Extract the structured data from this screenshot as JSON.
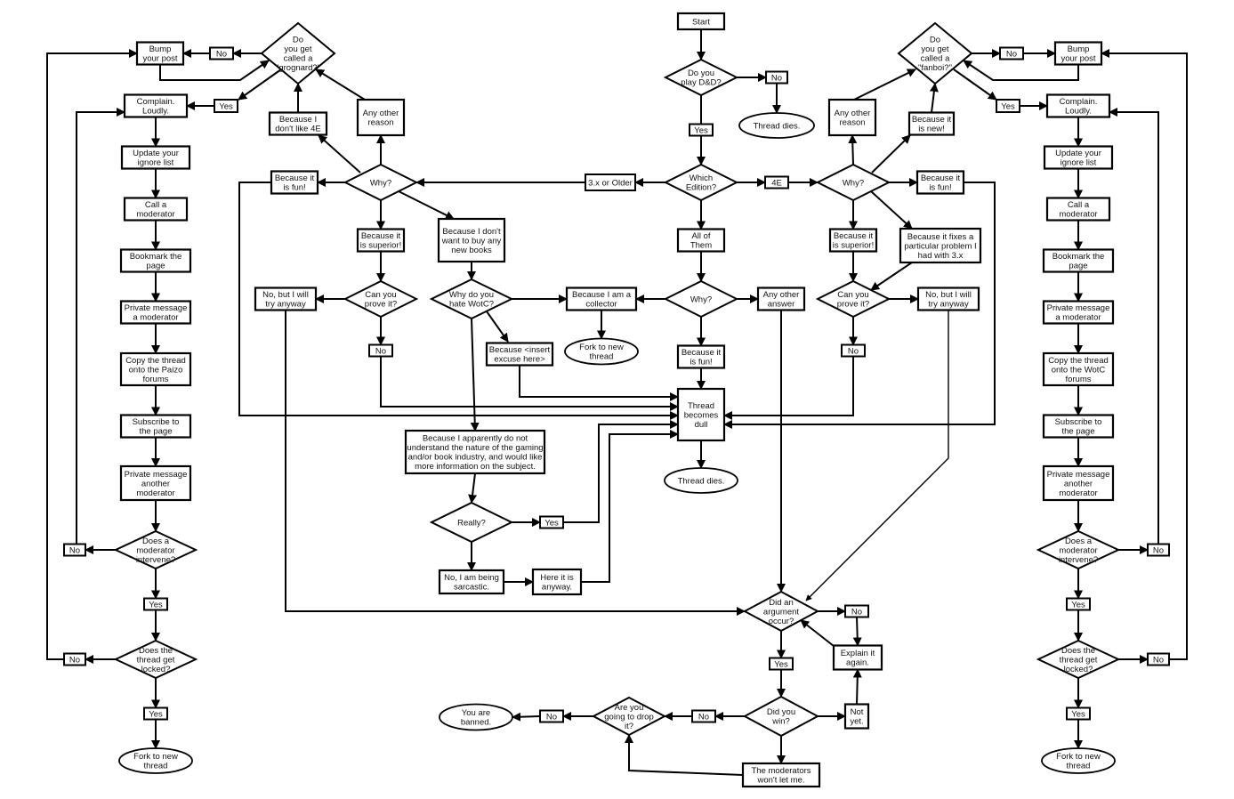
{
  "title": "D&D Edition War Flowchart",
  "nodes": {
    "start": "Start",
    "play_dnd": "Do you\nplay D&D?",
    "no_top": "No",
    "thread_dies_top": "Thread dies.",
    "yes_top": "Yes",
    "which_edition": "Which\nEdition?",
    "older": "3.x or Older",
    "fourE": "4E",
    "all_of_them": "All of\nThem",
    "why_center": "Why?",
    "collector": "Because I am a\ncollector",
    "fork_center": "Fork to new\nthread",
    "any_other_answer": "Any other\nanswer",
    "fun_center": "Because it\nis fun!",
    "thread_dull": "Thread\nbecomes\ndull",
    "thread_dies_mid": "Thread dies.",
    "why_left": "Why?",
    "fun_left": "Because it\nis fun!",
    "dont_like_4e": "Because I\ndon't like 4E",
    "other_reason_left": "Any other\nreason",
    "grognard": "Do\nyou get\ncalled a\n\"grognard?\"",
    "no_grog": "No",
    "bump_left": "Bump\nyour post",
    "yes_grog": "Yes",
    "superior_left": "Because it\nis superior!",
    "books": "Because I don't\nwant to buy any\nnew books",
    "prove_left": "Can you\nprove it?",
    "try_left": "No, but I will\ntry anyway",
    "no_prove_left": "No",
    "hate_wotc": "Why do you\nhate WotC?",
    "excuse": "Because <insert\nexcuse here>",
    "industry": "Because I apparently do not\nunderstand the nature of the gaming\nand/or book industry, and would like\nmore information on the subject.",
    "really": "Really?",
    "yes_really": "Yes",
    "sarcastic": "No, I am being\nsarcastic.",
    "here_it_is": "Here it is\nanyway.",
    "why_right": "Why?",
    "fun_right": "Because it\nis fun!",
    "new_right": "Because it\nis new!",
    "other_reason_right": "Any other\nreason",
    "fanboi": "Do\nyou get\ncalled a\n\"fanboi?\"",
    "no_fan": "No",
    "bump_right": "Bump\nyour post",
    "yes_fan": "Yes",
    "superior_right": "Because it\nis superior!",
    "fixes": "Because it fixes a\nparticular problem I\nhad with 3.x",
    "prove_right": "Can you\nprove it?",
    "try_right": "No, but I will\ntry anyway",
    "no_prove_right": "No",
    "argument": "Did an\nargument\noccur?",
    "no_arg": "No",
    "explain": "Explain it\nagain.",
    "yes_arg": "Yes",
    "win": "Did you\nwin?",
    "not_yet": "Not\nyet.",
    "no_win": "No",
    "drop": "Are you\ngoing to drop\nit?",
    "no_drop": "No",
    "banned": "You are\nbanned.",
    "mods_wont": "The moderators\nwon't let me."
  },
  "left_column": {
    "complain": "Complain.\nLoudly.",
    "ignore": "Update your\nignore list",
    "call_mod": "Call a\nmoderator",
    "bookmark": "Bookmark the\npage",
    "pm_mod": "Private message\na moderator",
    "copy": "Copy the thread\nonto the Paizo\nforums",
    "subscribe": "Subscribe to\nthe page",
    "pm_another": "Private message\nanother\nmoderator",
    "intervene": "Does a\nmoderator\nintervene?",
    "no_intervene": "No",
    "yes_intervene": "Yes",
    "locked": "Does the\nthread get\nlocked?",
    "no_locked": "No",
    "yes_locked": "Yes",
    "fork": "Fork to new\nthread"
  },
  "right_column": {
    "complain": "Complain.\nLoudly.",
    "ignore": "Update your\nignore list",
    "call_mod": "Call a\nmoderator",
    "bookmark": "Bookmark the\npage",
    "pm_mod": "Private message\na moderator",
    "copy": "Copy the thread\nonto the WotC\nforums",
    "subscribe": "Subscribe to\nthe page",
    "pm_another": "Private message\nanother\nmoderator",
    "intervene": "Does a\nmoderator\nintervene?",
    "no_intervene": "No",
    "yes_intervene": "Yes",
    "locked": "Does the\nthread get\nlocked?",
    "no_locked": "No",
    "yes_locked": "Yes",
    "fork": "Fork to new\nthread"
  }
}
